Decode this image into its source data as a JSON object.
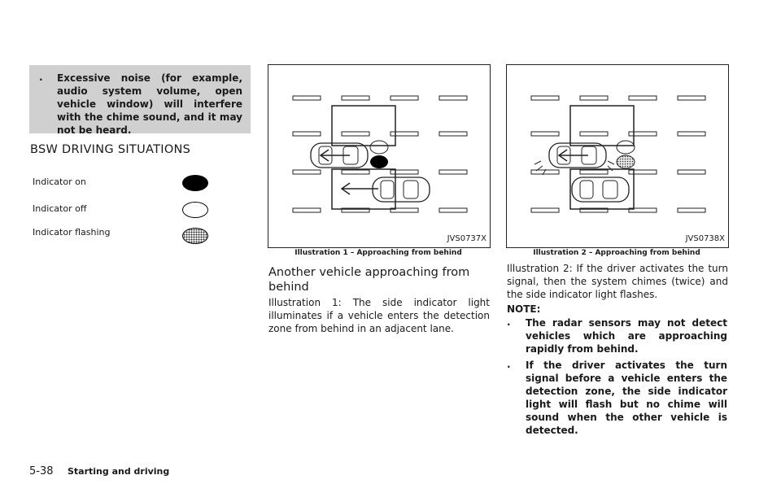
{
  "note_box": {
    "bullet": ".",
    "text": "Excessive noise (for example, audio system volume, open vehicle window) will interfere with the chime sound, and it may not be heard."
  },
  "section_title": "BSW DRIVING SITUATIONS",
  "indicators": [
    {
      "label": "Indicator on",
      "state": "on",
      "color": "#000000"
    },
    {
      "label": "Indicator off",
      "state": "off",
      "color": "#ffffff"
    },
    {
      "label": "Indicator flashing",
      "state": "flashing",
      "color": "#bbbbbb"
    }
  ],
  "figures": [
    {
      "code": "JVS0737X",
      "caption": "Illustration 1 – Approaching from behind"
    },
    {
      "code": "JVS0738X",
      "caption": "Illustration 2 – Approaching from behind"
    }
  ],
  "subheading": "Another vehicle approaching from behind",
  "para1": "Illustration 1: The side indicator light illuminates if a vehicle enters the detection zone from behind in an adjacent lane.",
  "para2": "Illustration 2: If the driver activates the turn signal, then the system chimes (twice) and the side indicator light flashes.",
  "note_label": "NOTE:",
  "notes": [
    {
      "bullet": ".",
      "text": "The radar sensors may not detect vehicles which are approaching rapidly from behind."
    },
    {
      "bullet": ".",
      "text": "If the driver activates the turn signal before a vehicle enters the detection zone, the side indicator light will flash but no chime will sound when the other vehicle is detected."
    }
  ],
  "footer": {
    "page": "5-38",
    "title": "Starting and driving"
  }
}
